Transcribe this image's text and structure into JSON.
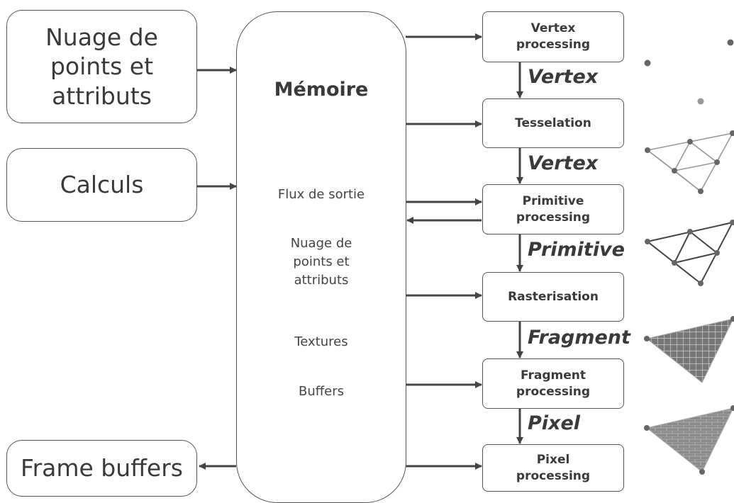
{
  "inputs": {
    "point_cloud": "Nuage de\npoints et\nattributs",
    "calcs": "Calculs",
    "frame_buffers": "Frame buffers"
  },
  "memory": {
    "title": "Mémoire",
    "items": [
      "Flux de sortie",
      "Nuage de\npoints et\nattributs",
      "Textures",
      "Buffers"
    ]
  },
  "stages": [
    "Vertex\nprocessing",
    "Tesselation",
    "Primitive\nprocessing",
    "Rasterisation",
    "Fragment\nprocessing",
    "Pixel\nprocessing"
  ],
  "flows": [
    "Vertex",
    "Vertex",
    "Primitive",
    "Fragment",
    "Pixel"
  ]
}
